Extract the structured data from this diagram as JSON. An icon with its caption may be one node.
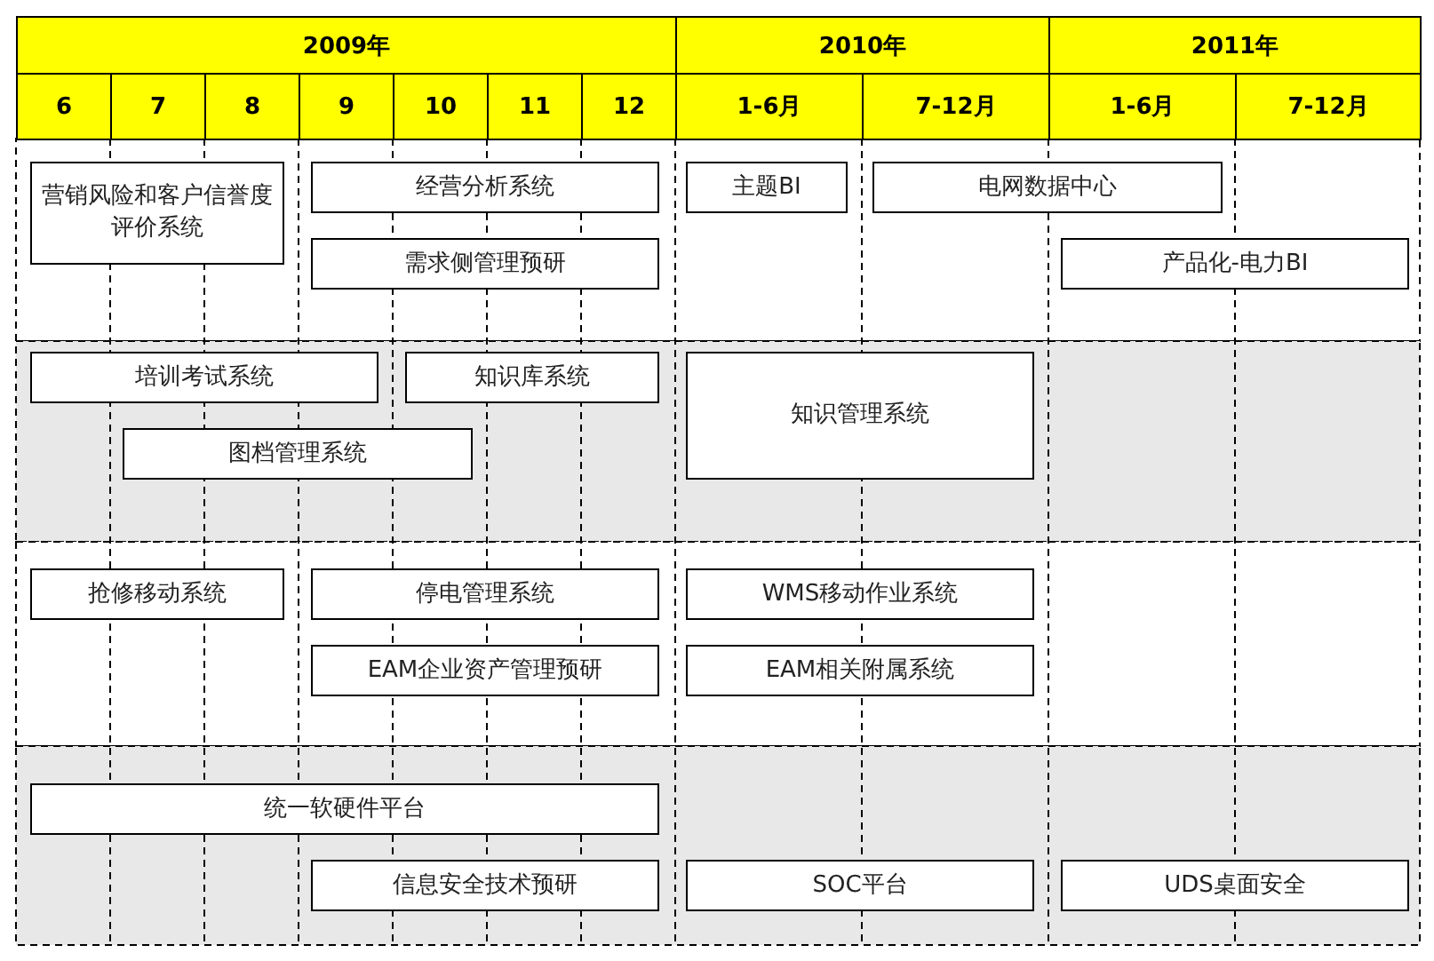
{
  "diagram": {
    "nodes": [
      {
        "text": [
          "营销风险和客户信誉度评价系统"
        ]
      },
      {
        "text": [
          "经营分析系统"
        ]
      },
      {
        "text": [
          "需求侧管理预研"
        ]
      },
      {
        "text": [
          "主题BI"
        ]
      },
      {
        "text": [
          "电网数据中心"
        ]
      },
      {
        "text": [
          "产品化-电力BI"
        ]
      },
      {
        "text": [
          "培训考试系统"
        ]
      },
      {
        "text": [
          "知识库系统"
        ]
      },
      {
        "text": [
          "知识管理系统"
        ]
      },
      {
        "text": [
          "图档管理系统"
        ]
      },
      {
        "text": [
          "抢修移动系统"
        ]
      },
      {
        "text": [
          "停电管理系统"
        ]
      },
      {
        "text": [
          "WMS移动作业系统"
        ]
      },
      {
        "text": [
          "EAM企业资产管理预研"
        ]
      },
      {
        "text": [
          "EAM相关附属系统"
        ]
      },
      {
        "text": [
          "统一软硬件平台"
        ]
      },
      {
        "text": [
          "信息安全技术预研"
        ]
      },
      {
        "text": [
          "SOC平台"
        ]
      },
      {
        "text": [
          "UDS桌面安全"
        ]
      }
    ],
    "labels": [
      "2009年",
      "2010年",
      "2011年",
      "6",
      "7",
      "8",
      "9",
      "10",
      "11",
      "12",
      "1-6月",
      "7-12月",
      "1-6月",
      "7-12月"
    ]
  }
}
